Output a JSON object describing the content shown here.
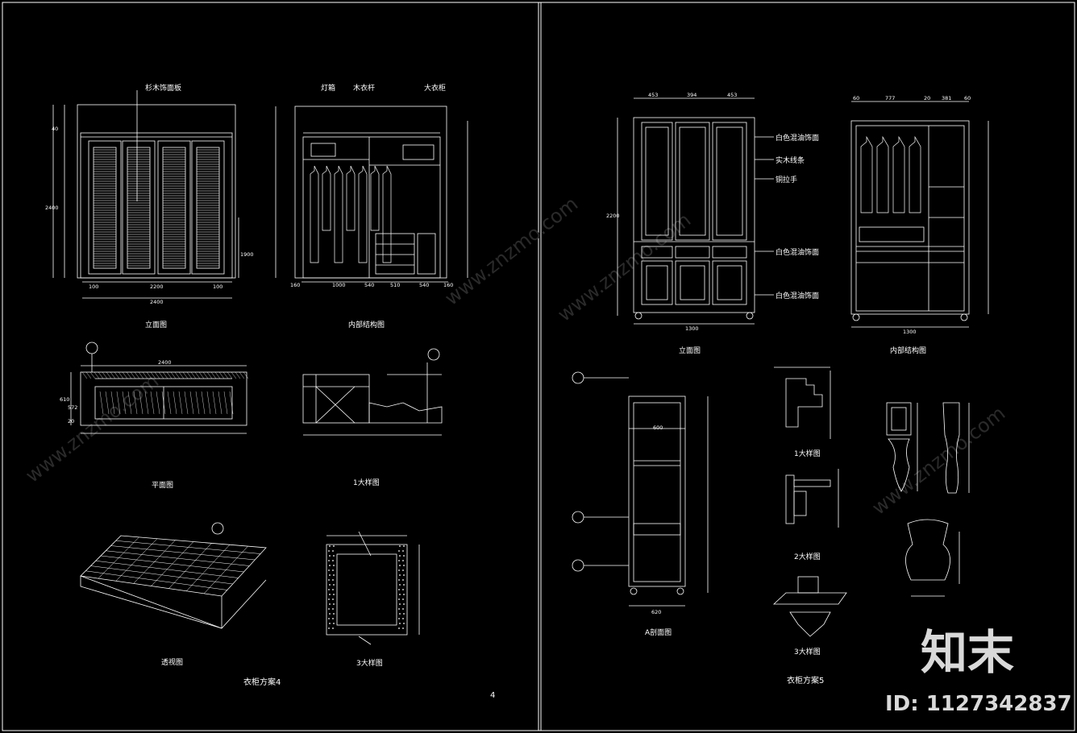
{
  "sheet_left": {
    "elevation_title": "立面图",
    "interior_title": "内部结构图",
    "plan_title": "平面图",
    "detail1_title": "1大样图",
    "perspective_title": "透视图",
    "detail3_title": "3大样图",
    "scheme_title": "衣柜方案4",
    "page_no": "4",
    "elevation_note": "杉木饰面板",
    "interior_notes": [
      "灯箱",
      "木衣杆",
      "大衣柜"
    ],
    "dims_elevation": [
      "40",
      "2400",
      "100",
      "2200",
      "100",
      "2400",
      "1900"
    ],
    "dims_plan": [
      "2400",
      "610",
      "572",
      "20"
    ],
    "dims_interior": [
      "160",
      "1000",
      "540",
      "510",
      "540",
      "160"
    ]
  },
  "sheet_right": {
    "elevation_title": "立面图",
    "interior_title": "内部结构图",
    "section_title": "A剖面图",
    "detail1_title": "1大样图",
    "detail2_title": "2大样图",
    "detail3_title": "3大样图",
    "scheme_title": "衣柜方案5",
    "notes": [
      "白色混油饰面",
      "实木线条",
      "铜拉手",
      "白色混油饰面",
      "白色混油饰面"
    ],
    "dims_top": [
      "453",
      "394",
      "453"
    ],
    "dims_total": "1300",
    "dims_height": "2200",
    "dims_interior_top": [
      "60",
      "777",
      "20",
      "381",
      "60"
    ],
    "dims_section": [
      "600",
      "620"
    ]
  },
  "watermark": {
    "site": "www.znzmo.com",
    "logo": "知末",
    "id_text": "ID: 1127342837"
  }
}
